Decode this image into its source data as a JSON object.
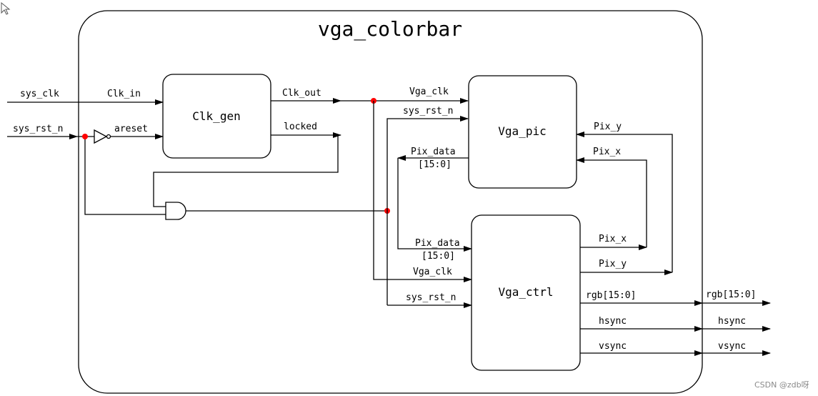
{
  "diagram": {
    "title": "vga_colorbar",
    "modules": {
      "clk_gen": "Clk_gen",
      "vga_pic": "Vga_pic",
      "vga_ctrl": "Vga_ctrl"
    },
    "ports": {
      "sys_clk": "sys_clk",
      "sys_rst_n": "sys_rst_n",
      "clk_in": "Clk_in",
      "areset": "areset",
      "clk_out": "Clk_out",
      "locked": "locked",
      "pic_vga_clk": "Vga_clk",
      "pic_sys_rst_n": "sys_rst_n",
      "pic_pix_data": "Pix_data",
      "pic_pix_data_width": "[15:0]",
      "pic_pix_y": "Pix_y",
      "pic_pix_x": "Pix_x",
      "ctrl_pix_data": "Pix_data",
      "ctrl_pix_data_width": "[15:0]",
      "ctrl_vga_clk": "Vga_clk",
      "ctrl_sys_rst_n": "sys_rst_n",
      "ctrl_pix_x": "Pix_x",
      "ctrl_pix_y": "Pix_y",
      "ctrl_rgb": "rgb[15:0]",
      "ctrl_hsync": "hsync",
      "ctrl_vsync": "vsync",
      "out_rgb": "rgb[15:0]",
      "out_hsync": "hsync",
      "out_vsync": "vsync"
    }
  },
  "watermark": "CSDN @zdb呀",
  "colors": {
    "line": "#000000",
    "junction": "#ff0000",
    "background": "#ffffff"
  }
}
